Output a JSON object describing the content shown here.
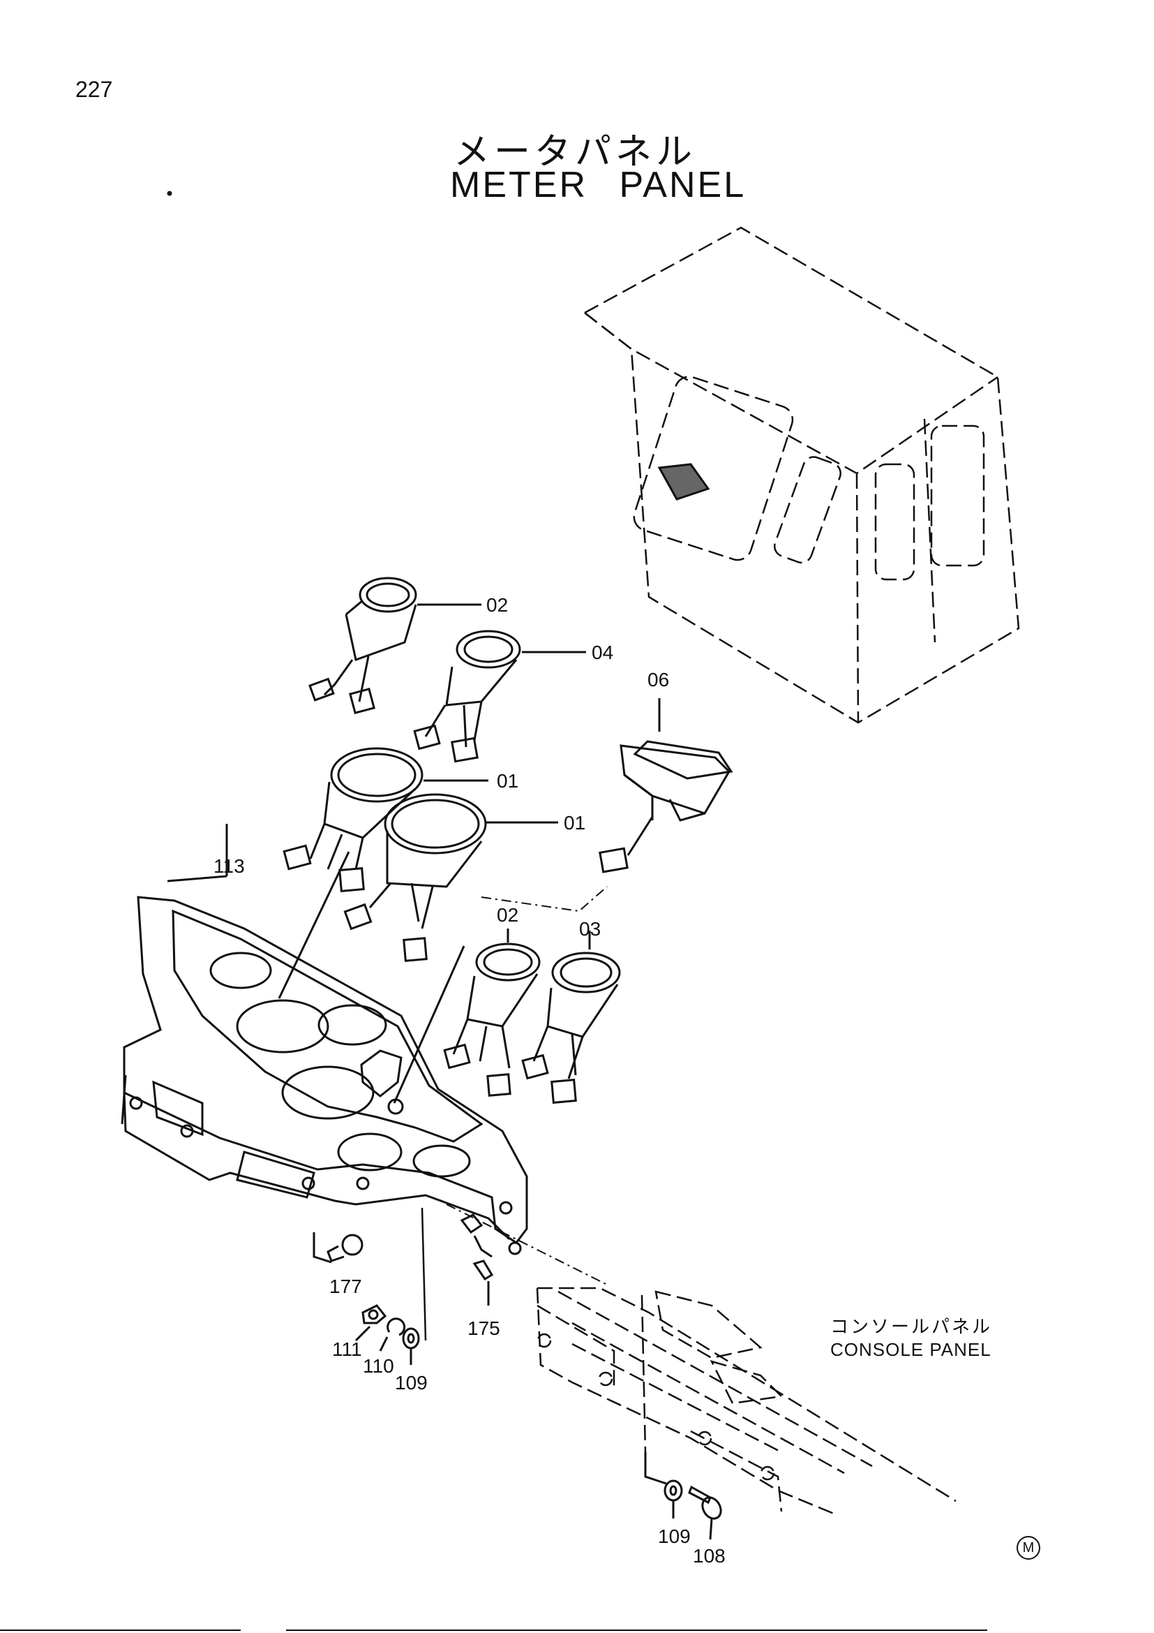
{
  "page_number": "227",
  "title_jp": "メータパネル",
  "title_en": "METER PANEL",
  "console_jp": "コンソールパネル",
  "console_en": "CONSOLE PANEL",
  "logo_mark": "M",
  "part_labels": {
    "p02a": "02",
    "p04": "04",
    "p06": "06",
    "p01a": "01",
    "p01b": "01",
    "p113": "113",
    "p02b": "02",
    "p03": "03",
    "p177": "177",
    "p175": "175",
    "p111": "111",
    "p110": "110",
    "p109a": "109",
    "p109b": "109",
    "p108": "108"
  }
}
